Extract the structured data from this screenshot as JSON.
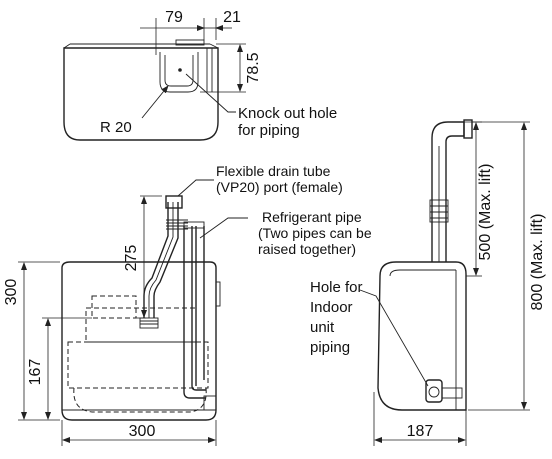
{
  "top_view": {
    "dim_79": "79",
    "dim_21": "21",
    "dim_78_5": "78.5",
    "radius_label": "R 20",
    "knockout_line1": "Knock out hole",
    "knockout_line2": "for piping"
  },
  "front_view": {
    "drain_line1": "Flexible drain tube",
    "drain_line2": "(VP20) port (female)",
    "dim_275": "275",
    "refrig_line1": "Refrigerant pipe",
    "refrig_line2": "(Two pipes can be",
    "refrig_line3": "raised together)",
    "dim_300_height": "300",
    "dim_167": "167",
    "dim_300_width": "300"
  },
  "side_view": {
    "dim_500": "500 (Max. lift)",
    "dim_800": "800 (Max. lift)",
    "hole_line1": "Hole for",
    "hole_line2": "Indoor",
    "hole_line3": "unit",
    "hole_line4": "piping",
    "dim_187": "187"
  }
}
